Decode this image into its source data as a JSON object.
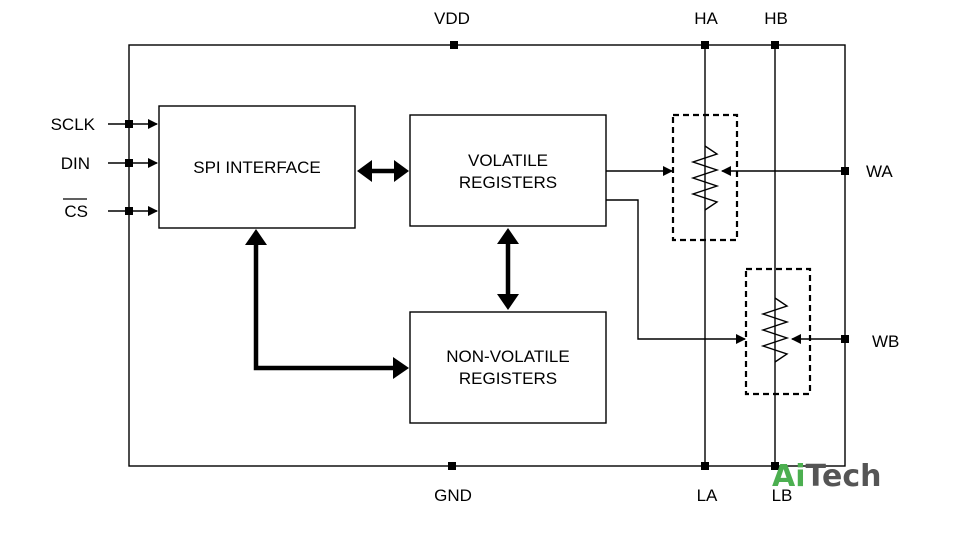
{
  "pins": {
    "vdd": "VDD",
    "gnd": "GND",
    "ha": "HA",
    "hb": "HB",
    "la": "LA",
    "lb": "LB",
    "wa": "WA",
    "wb": "WB",
    "sclk": "SCLK",
    "din": "DIN",
    "cs": "CS"
  },
  "blocks": {
    "spi": "SPI INTERFACE",
    "volatile_line1": "VOLATILE",
    "volatile_line2": "REGISTERS",
    "nonvolatile_line1": "NON-VOLATILE",
    "nonvolatile_line2": "REGISTERS"
  },
  "watermark": {
    "text_ai": "Ai",
    "text_tech": "Tech",
    "color_ai": "#4caf50",
    "color_tech": "#555555"
  }
}
